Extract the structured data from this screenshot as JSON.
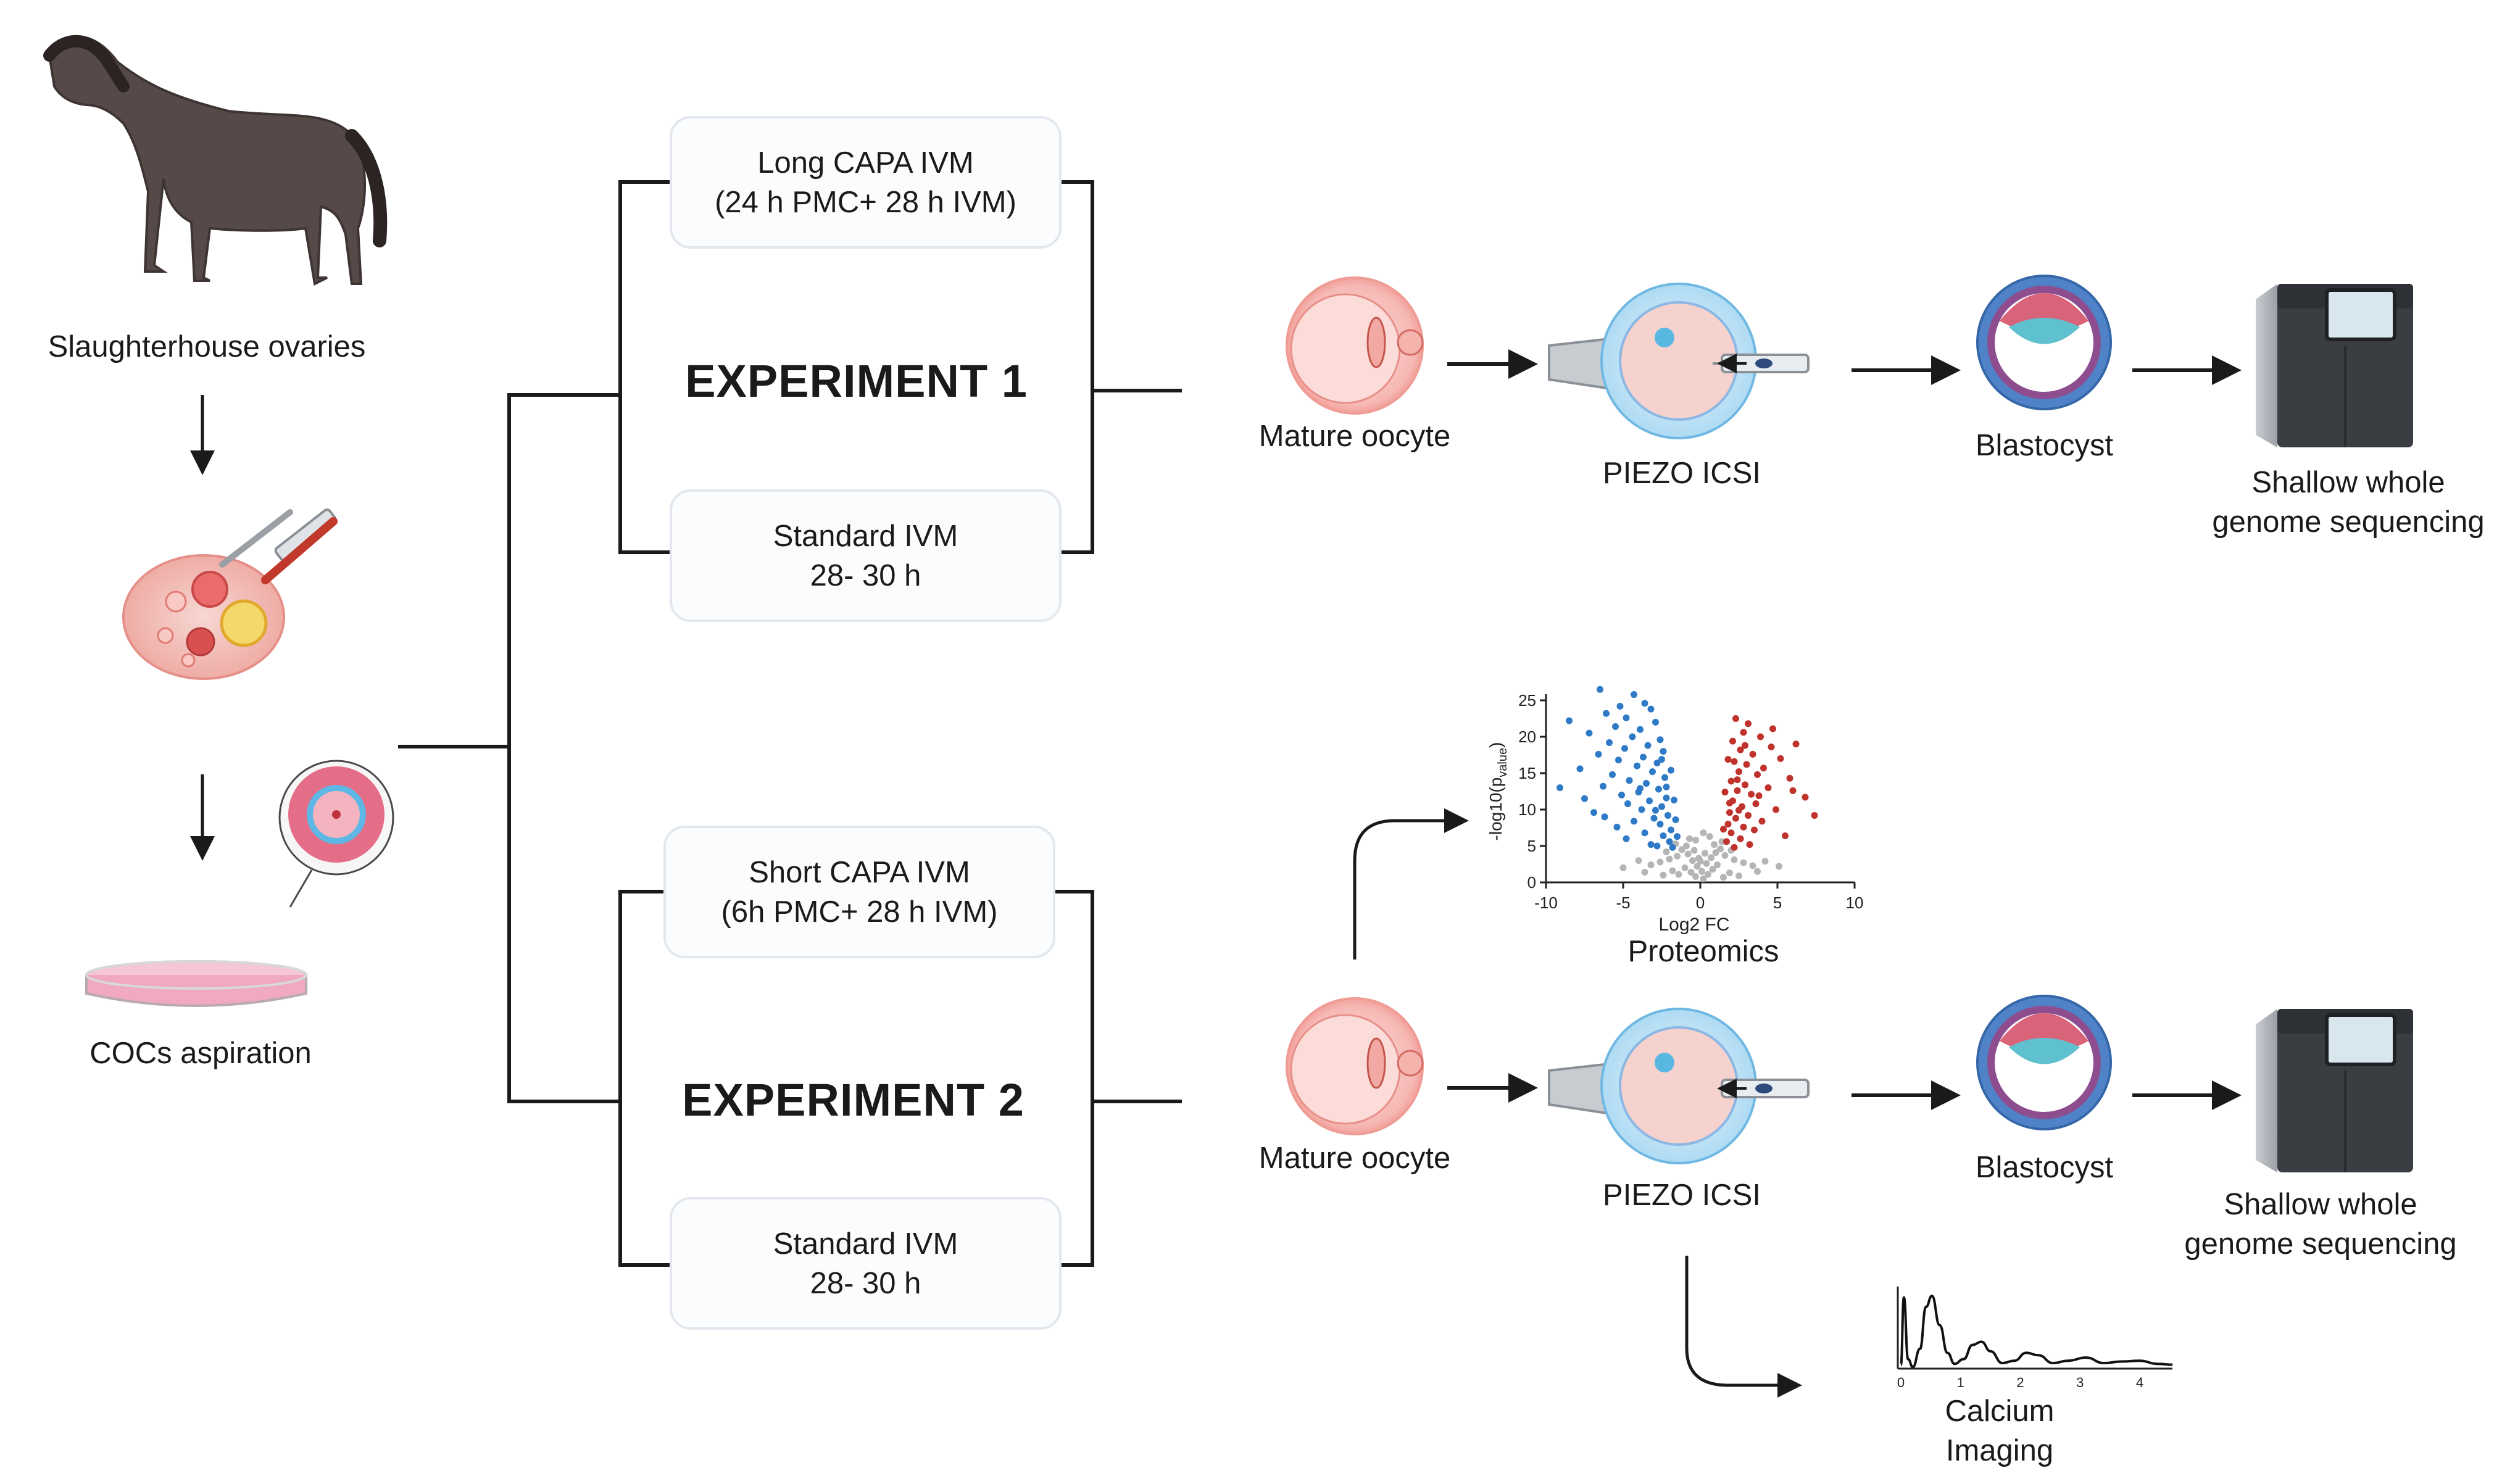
{
  "left": {
    "ovaries_label": "Slaughterhouse ovaries",
    "cocs_label": "COCs aspiration"
  },
  "experiment1": {
    "title": "EXPERIMENT 1",
    "long_capa_box": "Long CAPA IVM\n(24 h PMC+ 28 h IVM)",
    "standard_box": "Standard IVM\n28- 30 h",
    "mature_oocyte": "Mature oocyte",
    "piezo": "PIEZO ICSI",
    "blastocyst": "Blastocyst",
    "sequencing": "Shallow whole\ngenome sequencing"
  },
  "experiment2": {
    "title": "EXPERIMENT 2",
    "short_capa_box": "Short CAPA IVM\n(6h PMC+ 28 h IVM)",
    "standard_box": "Standard IVM\n28- 30 h",
    "mature_oocyte": "Mature oocyte",
    "piezo": "PIEZO ICSI",
    "blastocyst": "Blastocyst",
    "sequencing": "Shallow whole\ngenome sequencing",
    "proteomics": "Proteomics",
    "calcium": "Calcium\nImaging"
  },
  "chart_data": [
    {
      "type": "scatter",
      "title": "",
      "xlabel": "Log2 FC",
      "ylabel": "-log10(p_value)",
      "ylabel_main": "-log10(p",
      "ylabel_sub": "value",
      "ylabel_end": ")",
      "xlim": [
        -10,
        10
      ],
      "ylim": [
        0,
        25
      ],
      "xticks": [
        "-10",
        "-5",
        "0",
        "5",
        "10"
      ],
      "yticks": [
        "0",
        "5",
        "10",
        "15",
        "20",
        "25"
      ],
      "series": [
        {
          "color": "#2f7ac7",
          "points": [
            [
              -6.5,
              26.5
            ],
            [
              -4.3,
              25.8
            ],
            [
              -3.6,
              24.6
            ],
            [
              -5.2,
              24.2
            ],
            [
              -3.2,
              23.8
            ],
            [
              -6.1,
              23.2
            ],
            [
              -4.8,
              22.6
            ],
            [
              -2.9,
              22.0
            ],
            [
              -5.5,
              21.4
            ],
            [
              -3.9,
              21.0
            ],
            [
              -7.2,
              20.5
            ],
            [
              -4.4,
              20.0
            ],
            [
              -2.6,
              19.6
            ],
            [
              -5.9,
              19.2
            ],
            [
              -3.4,
              18.8
            ],
            [
              -4.9,
              18.4
            ],
            [
              -2.4,
              18.0
            ],
            [
              -6.6,
              17.6
            ],
            [
              -3.7,
              17.2
            ],
            [
              -5.3,
              16.8
            ],
            [
              -2.8,
              16.4
            ],
            [
              -4.1,
              16.0
            ],
            [
              -7.8,
              15.6
            ],
            [
              -3.1,
              15.2
            ],
            [
              -5.7,
              14.8
            ],
            [
              -2.3,
              14.4
            ],
            [
              -4.6,
              14.0
            ],
            [
              -3.5,
              13.6
            ],
            [
              -6.3,
              13.2
            ],
            [
              -2.7,
              12.8
            ],
            [
              -4.0,
              12.4
            ],
            [
              -5.1,
              12.0
            ],
            [
              -2.2,
              11.6
            ],
            [
              -3.3,
              11.2
            ],
            [
              -4.7,
              10.8
            ],
            [
              -2.5,
              10.4
            ],
            [
              -3.8,
              10.0
            ],
            [
              -6.9,
              9.6
            ],
            [
              -2.1,
              9.2
            ],
            [
              -3.0,
              8.8
            ],
            [
              -4.3,
              8.4
            ],
            [
              -2.6,
              8.0
            ],
            [
              -5.4,
              7.6
            ],
            [
              -1.9,
              7.2
            ],
            [
              -3.6,
              6.8
            ],
            [
              -2.4,
              6.4
            ],
            [
              -4.8,
              6.0
            ],
            [
              -2.0,
              5.6
            ],
            [
              -3.2,
              5.2
            ],
            [
              -1.8,
              4.8
            ],
            [
              -2.9,
              9.9
            ],
            [
              -1.7,
              11.3
            ],
            [
              -2.2,
              13.1
            ],
            [
              -1.9,
              15.4
            ],
            [
              -2.5,
              16.9
            ],
            [
              -1.6,
              8.6
            ],
            [
              -3.9,
              12.9
            ],
            [
              -8.5,
              22.2
            ],
            [
              -9.1,
              13.0
            ],
            [
              -7.5,
              11.5
            ],
            [
              -6.2,
              9.0
            ],
            [
              -1.5,
              6.3
            ],
            [
              -2.8,
              5.0
            ]
          ]
        },
        {
          "color": "#c0322c",
          "points": [
            [
              2.3,
              22.5
            ],
            [
              3.1,
              21.8
            ],
            [
              6.2,
              19.0
            ],
            [
              2.8,
              20.6
            ],
            [
              3.9,
              20.0
            ],
            [
              2.1,
              19.4
            ],
            [
              4.6,
              18.6
            ],
            [
              2.6,
              18.2
            ],
            [
              3.4,
              17.6
            ],
            [
              5.2,
              17.0
            ],
            [
              2.2,
              16.6
            ],
            [
              3.0,
              16.2
            ],
            [
              4.1,
              15.7
            ],
            [
              2.5,
              15.2
            ],
            [
              3.7,
              14.8
            ],
            [
              5.8,
              14.3
            ],
            [
              2.0,
              13.9
            ],
            [
              2.9,
              13.4
            ],
            [
              4.4,
              13.0
            ],
            [
              2.4,
              12.6
            ],
            [
              3.3,
              12.1
            ],
            [
              6.8,
              11.7
            ],
            [
              2.1,
              11.2
            ],
            [
              3.6,
              10.8
            ],
            [
              2.7,
              10.4
            ],
            [
              4.9,
              10.0
            ],
            [
              1.9,
              9.6
            ],
            [
              3.1,
              9.2
            ],
            [
              2.3,
              8.8
            ],
            [
              4.0,
              8.4
            ],
            [
              1.8,
              8.0
            ],
            [
              2.8,
              7.6
            ],
            [
              3.5,
              7.2
            ],
            [
              2.0,
              6.8
            ],
            [
              5.5,
              6.4
            ],
            [
              2.6,
              6.0
            ],
            [
              1.7,
              5.6
            ],
            [
              3.2,
              5.2
            ],
            [
              2.2,
              4.8
            ],
            [
              1.9,
              10.9
            ],
            [
              2.4,
              14.1
            ],
            [
              1.8,
              16.9
            ],
            [
              2.9,
              18.8
            ],
            [
              1.6,
              12.4
            ],
            [
              3.8,
              11.9
            ],
            [
              7.4,
              9.2
            ],
            [
              6.0,
              12.6
            ],
            [
              4.7,
              21.1
            ],
            [
              1.5,
              7.3
            ],
            [
              2.5,
              9.9
            ]
          ]
        },
        {
          "color": "#b5b5b5",
          "points": [
            [
              -1.2,
              4.5
            ],
            [
              -0.8,
              3.9
            ],
            [
              -0.5,
              3.0
            ],
            [
              -0.2,
              2.2
            ],
            [
              0.1,
              1.5
            ],
            [
              0.4,
              2.6
            ],
            [
              0.7,
              3.4
            ],
            [
              1.0,
              4.1
            ],
            [
              1.3,
              4.6
            ],
            [
              -1.5,
              3.6
            ],
            [
              -2.0,
              3.2
            ],
            [
              -2.6,
              2.8
            ],
            [
              -3.2,
              2.4
            ],
            [
              1.6,
              3.7
            ],
            [
              2.2,
              3.1
            ],
            [
              2.8,
              2.7
            ],
            [
              3.4,
              2.3
            ],
            [
              -1.0,
              2.0
            ],
            [
              -0.6,
              1.4
            ],
            [
              -0.3,
              0.8
            ],
            [
              0.2,
              0.5
            ],
            [
              0.5,
              1.1
            ],
            [
              0.8,
              1.8
            ],
            [
              1.1,
              2.4
            ],
            [
              -1.8,
              1.6
            ],
            [
              -2.4,
              1.0
            ],
            [
              1.9,
              1.3
            ],
            [
              2.5,
              0.9
            ],
            [
              -4.0,
              3.0
            ],
            [
              4.2,
              2.9
            ],
            [
              -0.9,
              5.0
            ],
            [
              0.9,
              5.2
            ],
            [
              -0.4,
              4.4
            ],
            [
              0.3,
              4.0
            ],
            [
              -1.4,
              1.1
            ],
            [
              1.5,
              0.7
            ],
            [
              -3.6,
              1.4
            ],
            [
              3.7,
              1.5
            ],
            [
              -0.1,
              3.3
            ],
            [
              0.0,
              2.9
            ],
            [
              -2.2,
              4.2
            ],
            [
              2.0,
              4.4
            ],
            [
              -5.0,
              2.0
            ],
            [
              5.1,
              2.2
            ],
            [
              -1.6,
              5.3
            ],
            [
              1.4,
              5.6
            ],
            [
              -0.7,
              6.0
            ],
            [
              0.6,
              6.3
            ],
            [
              -0.3,
              5.8
            ],
            [
              0.2,
              6.8
            ]
          ]
        }
      ]
    },
    {
      "type": "line",
      "title": "",
      "xlabel": "",
      "ylabel": "",
      "xlim": [
        0,
        4.6
      ],
      "xticks": [
        "0",
        "1",
        "2",
        "3",
        "4"
      ],
      "series": [
        {
          "color": "#111111",
          "points": [
            [
              0.0,
              0.05
            ],
            [
              0.05,
              0.9
            ],
            [
              0.12,
              0.12
            ],
            [
              0.2,
              0.02
            ],
            [
              0.32,
              0.25
            ],
            [
              0.42,
              0.78
            ],
            [
              0.52,
              0.92
            ],
            [
              0.65,
              0.55
            ],
            [
              0.78,
              0.2
            ],
            [
              0.9,
              0.06
            ],
            [
              1.05,
              0.12
            ],
            [
              1.2,
              0.3
            ],
            [
              1.35,
              0.34
            ],
            [
              1.5,
              0.22
            ],
            [
              1.7,
              0.07
            ],
            [
              1.9,
              0.1
            ],
            [
              2.1,
              0.2
            ],
            [
              2.3,
              0.17
            ],
            [
              2.55,
              0.07
            ],
            [
              2.8,
              0.1
            ],
            [
              3.1,
              0.14
            ],
            [
              3.4,
              0.07
            ],
            [
              3.7,
              0.09
            ],
            [
              4.0,
              0.1
            ],
            [
              4.3,
              0.06
            ],
            [
              4.55,
              0.05
            ]
          ]
        }
      ]
    }
  ]
}
